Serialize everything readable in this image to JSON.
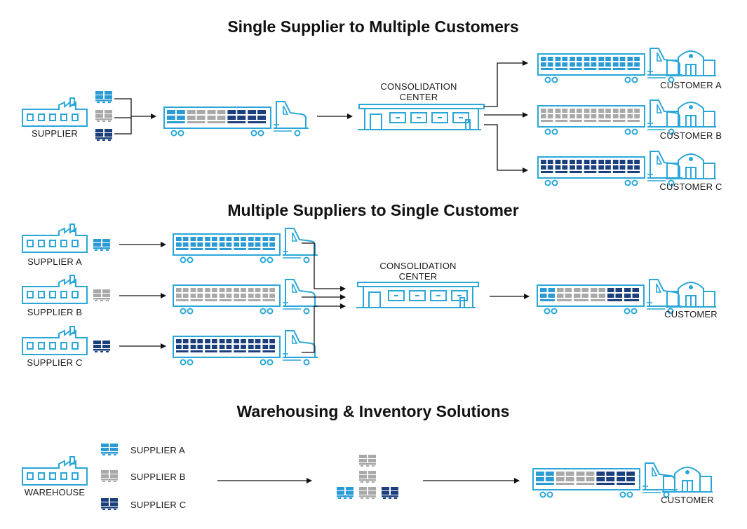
{
  "colors": {
    "outline": "#2aa7d8",
    "light_pallet": "#2b9bd6",
    "gray_pallet": "#a9a9a9",
    "dark_pallet": "#1b3f7c",
    "arrow": "#111111",
    "text": "#111111"
  },
  "section1": {
    "title": "Single Supplier to Multiple Customers",
    "supplier": "SUPPLIER",
    "center_line1": "CONSOLIDATION",
    "center_line2": "CENTER",
    "customers": [
      "CUSTOMER A",
      "CUSTOMER B",
      "CUSTOMER C"
    ]
  },
  "section2": {
    "title": "Multiple Suppliers to Single Customer",
    "suppliers": [
      "SUPPLIER A",
      "SUPPLIER B",
      "SUPPLIER C"
    ],
    "center_line1": "CONSOLIDATION",
    "center_line2": "CENTER",
    "customer": "CUSTOMER"
  },
  "section3": {
    "title": "Warehousing & Inventory Solutions",
    "warehouse": "WAREHOUSE",
    "legend": [
      "SUPPLIER A",
      "SUPPLIER B",
      "SUPPLIER C"
    ],
    "customer": "CUSTOMER"
  }
}
